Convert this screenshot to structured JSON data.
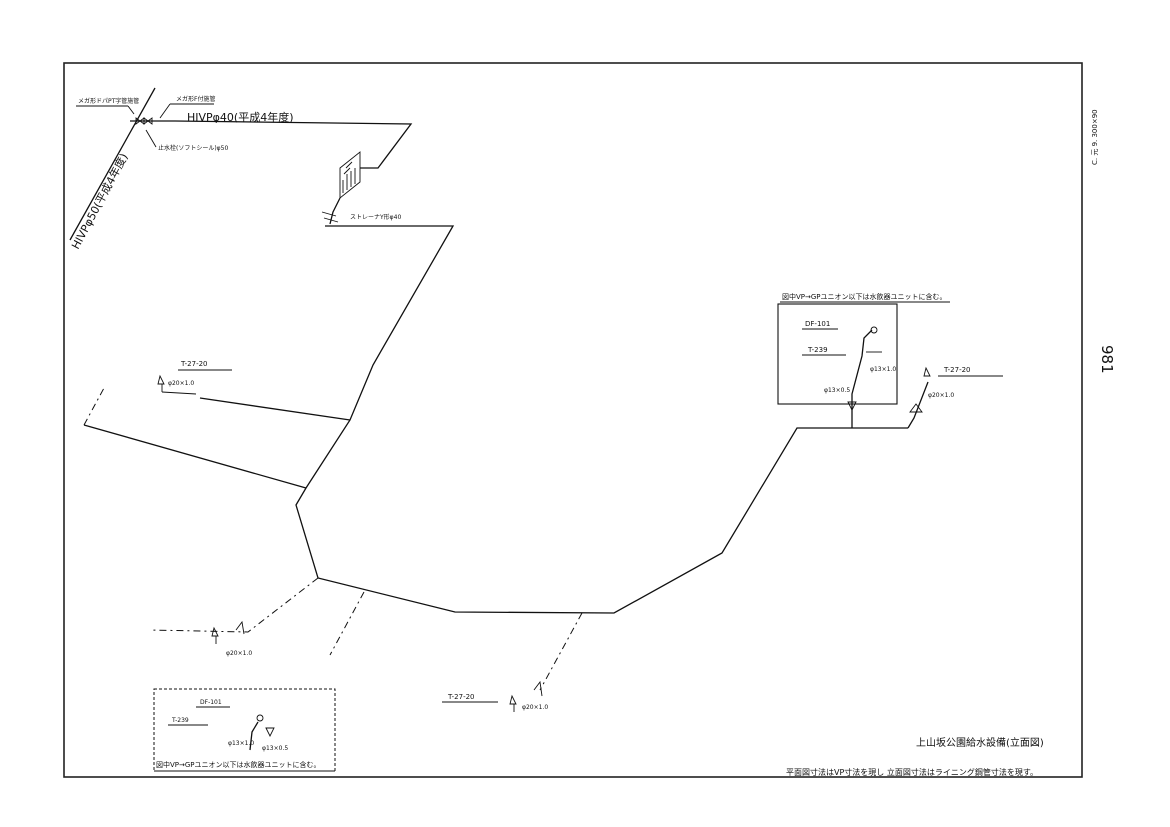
{
  "drawing": {
    "title": "上山坂公園給水設備(立面図)",
    "note": "平面図寸法はVP寸法を現し 立面図寸法はライニング鋼管寸法を現す。",
    "sheet_number": "981",
    "side_code": "C. 元 9. 300×90"
  },
  "labels": {
    "main_pipe": "HIVPφ50(平成4年度)",
    "connection_note": "メガ形ドパPT字管施管",
    "branch_pipe": "HIVPφ40(平成4年度)",
    "flange_note": "メガ形F付施管",
    "stop_valve": "止水栓(ソフトシール)φ50",
    "strainer": "ストレーナY形φ40",
    "t27_a": "T-27-20",
    "t27_a_size": "φ20×1.0",
    "t27_b": "T-27-20",
    "t27_b_size": "φ20×1.0",
    "t27_c": "T-27-20",
    "t27_c_size": "φ20×1.0",
    "lower_left_size": "φ20×1.0"
  },
  "detail_right": {
    "caption": "図中VP→GPユニオン以下は水飲器ユニットに含む。",
    "df": "DF-101",
    "t239": "T-239",
    "size_a": "φ13×1.0",
    "size_b": "φ13×0.5"
  },
  "detail_left": {
    "caption": "図中VP→GPユニオン以下は水飲器ユニットに含む。",
    "df": "DF-101",
    "t239": "T-239",
    "size_a": "φ13×1.0",
    "size_b": "φ13×0.5"
  }
}
